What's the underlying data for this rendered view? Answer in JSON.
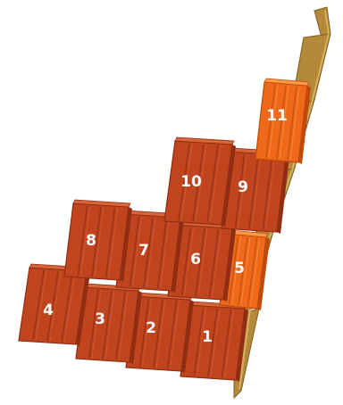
{
  "colors": {
    "tile": "#c0441e",
    "tile_dark": "#8f2e12",
    "tile_light": "#d8643a",
    "highlight": "#ee6a1a",
    "highlight_dark": "#c04a0a",
    "highlight_light": "#ff9a4a",
    "batten": "#b48a3a",
    "batten_dark": "#7c5e22",
    "batten_light": "#d6b060",
    "label": "#ffffff"
  },
  "tiles": [
    {
      "label": "1",
      "highlighted": false
    },
    {
      "label": "2",
      "highlighted": false
    },
    {
      "label": "3",
      "highlighted": false
    },
    {
      "label": "4",
      "highlighted": false
    },
    {
      "label": "5",
      "highlighted": true
    },
    {
      "label": "6",
      "highlighted": false
    },
    {
      "label": "7",
      "highlighted": false
    },
    {
      "label": "8",
      "highlighted": false
    },
    {
      "label": "9",
      "highlighted": false
    },
    {
      "label": "10",
      "highlighted": false
    },
    {
      "label": "11",
      "highlighted": true
    }
  ]
}
